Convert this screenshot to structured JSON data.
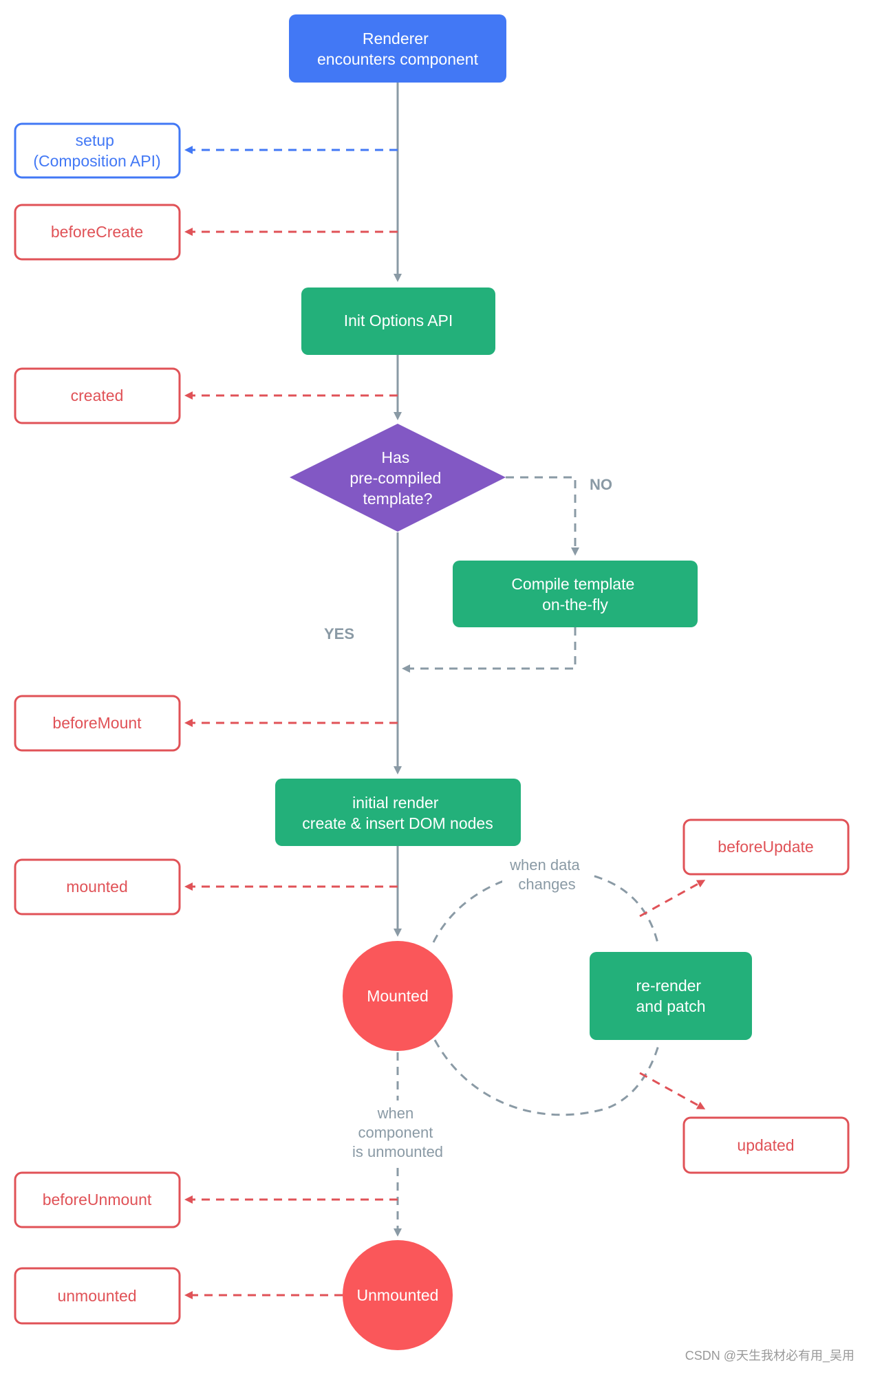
{
  "colors": {
    "blue": "#4278f5",
    "green": "#23b07a",
    "purple": "#8258c4",
    "red": "#e05257",
    "circle_red": "#fa575a",
    "gray": "#8a9aa5"
  },
  "nodes": {
    "renderer": [
      "Renderer",
      "encounters component"
    ],
    "init_options": [
      "Init Options API"
    ],
    "decision": [
      "Has",
      "pre-compiled",
      "template?"
    ],
    "compile": [
      "Compile template",
      "on-the-fly"
    ],
    "initial_render": [
      "initial render",
      "create & insert DOM nodes"
    ],
    "mounted_state": [
      "Mounted"
    ],
    "rerender": [
      "re-render",
      "and patch"
    ],
    "unmounted_state": [
      "Unmounted"
    ]
  },
  "hooks": {
    "setup": [
      "setup",
      "(Composition API)"
    ],
    "before_create": [
      "beforeCreate"
    ],
    "created": [
      "created"
    ],
    "before_mount": [
      "beforeMount"
    ],
    "mounted": [
      "mounted"
    ],
    "before_update": [
      "beforeUpdate"
    ],
    "updated": [
      "updated"
    ],
    "before_unmount": [
      "beforeUnmount"
    ],
    "unmounted": [
      "unmounted"
    ]
  },
  "edge_labels": {
    "no": "NO",
    "yes": "YES",
    "when_data_changes": [
      "when data",
      "changes"
    ],
    "when_unmounted": [
      "when",
      "component",
      "is unmounted"
    ]
  },
  "watermark": "CSDN @天生我材必有用_吴用"
}
